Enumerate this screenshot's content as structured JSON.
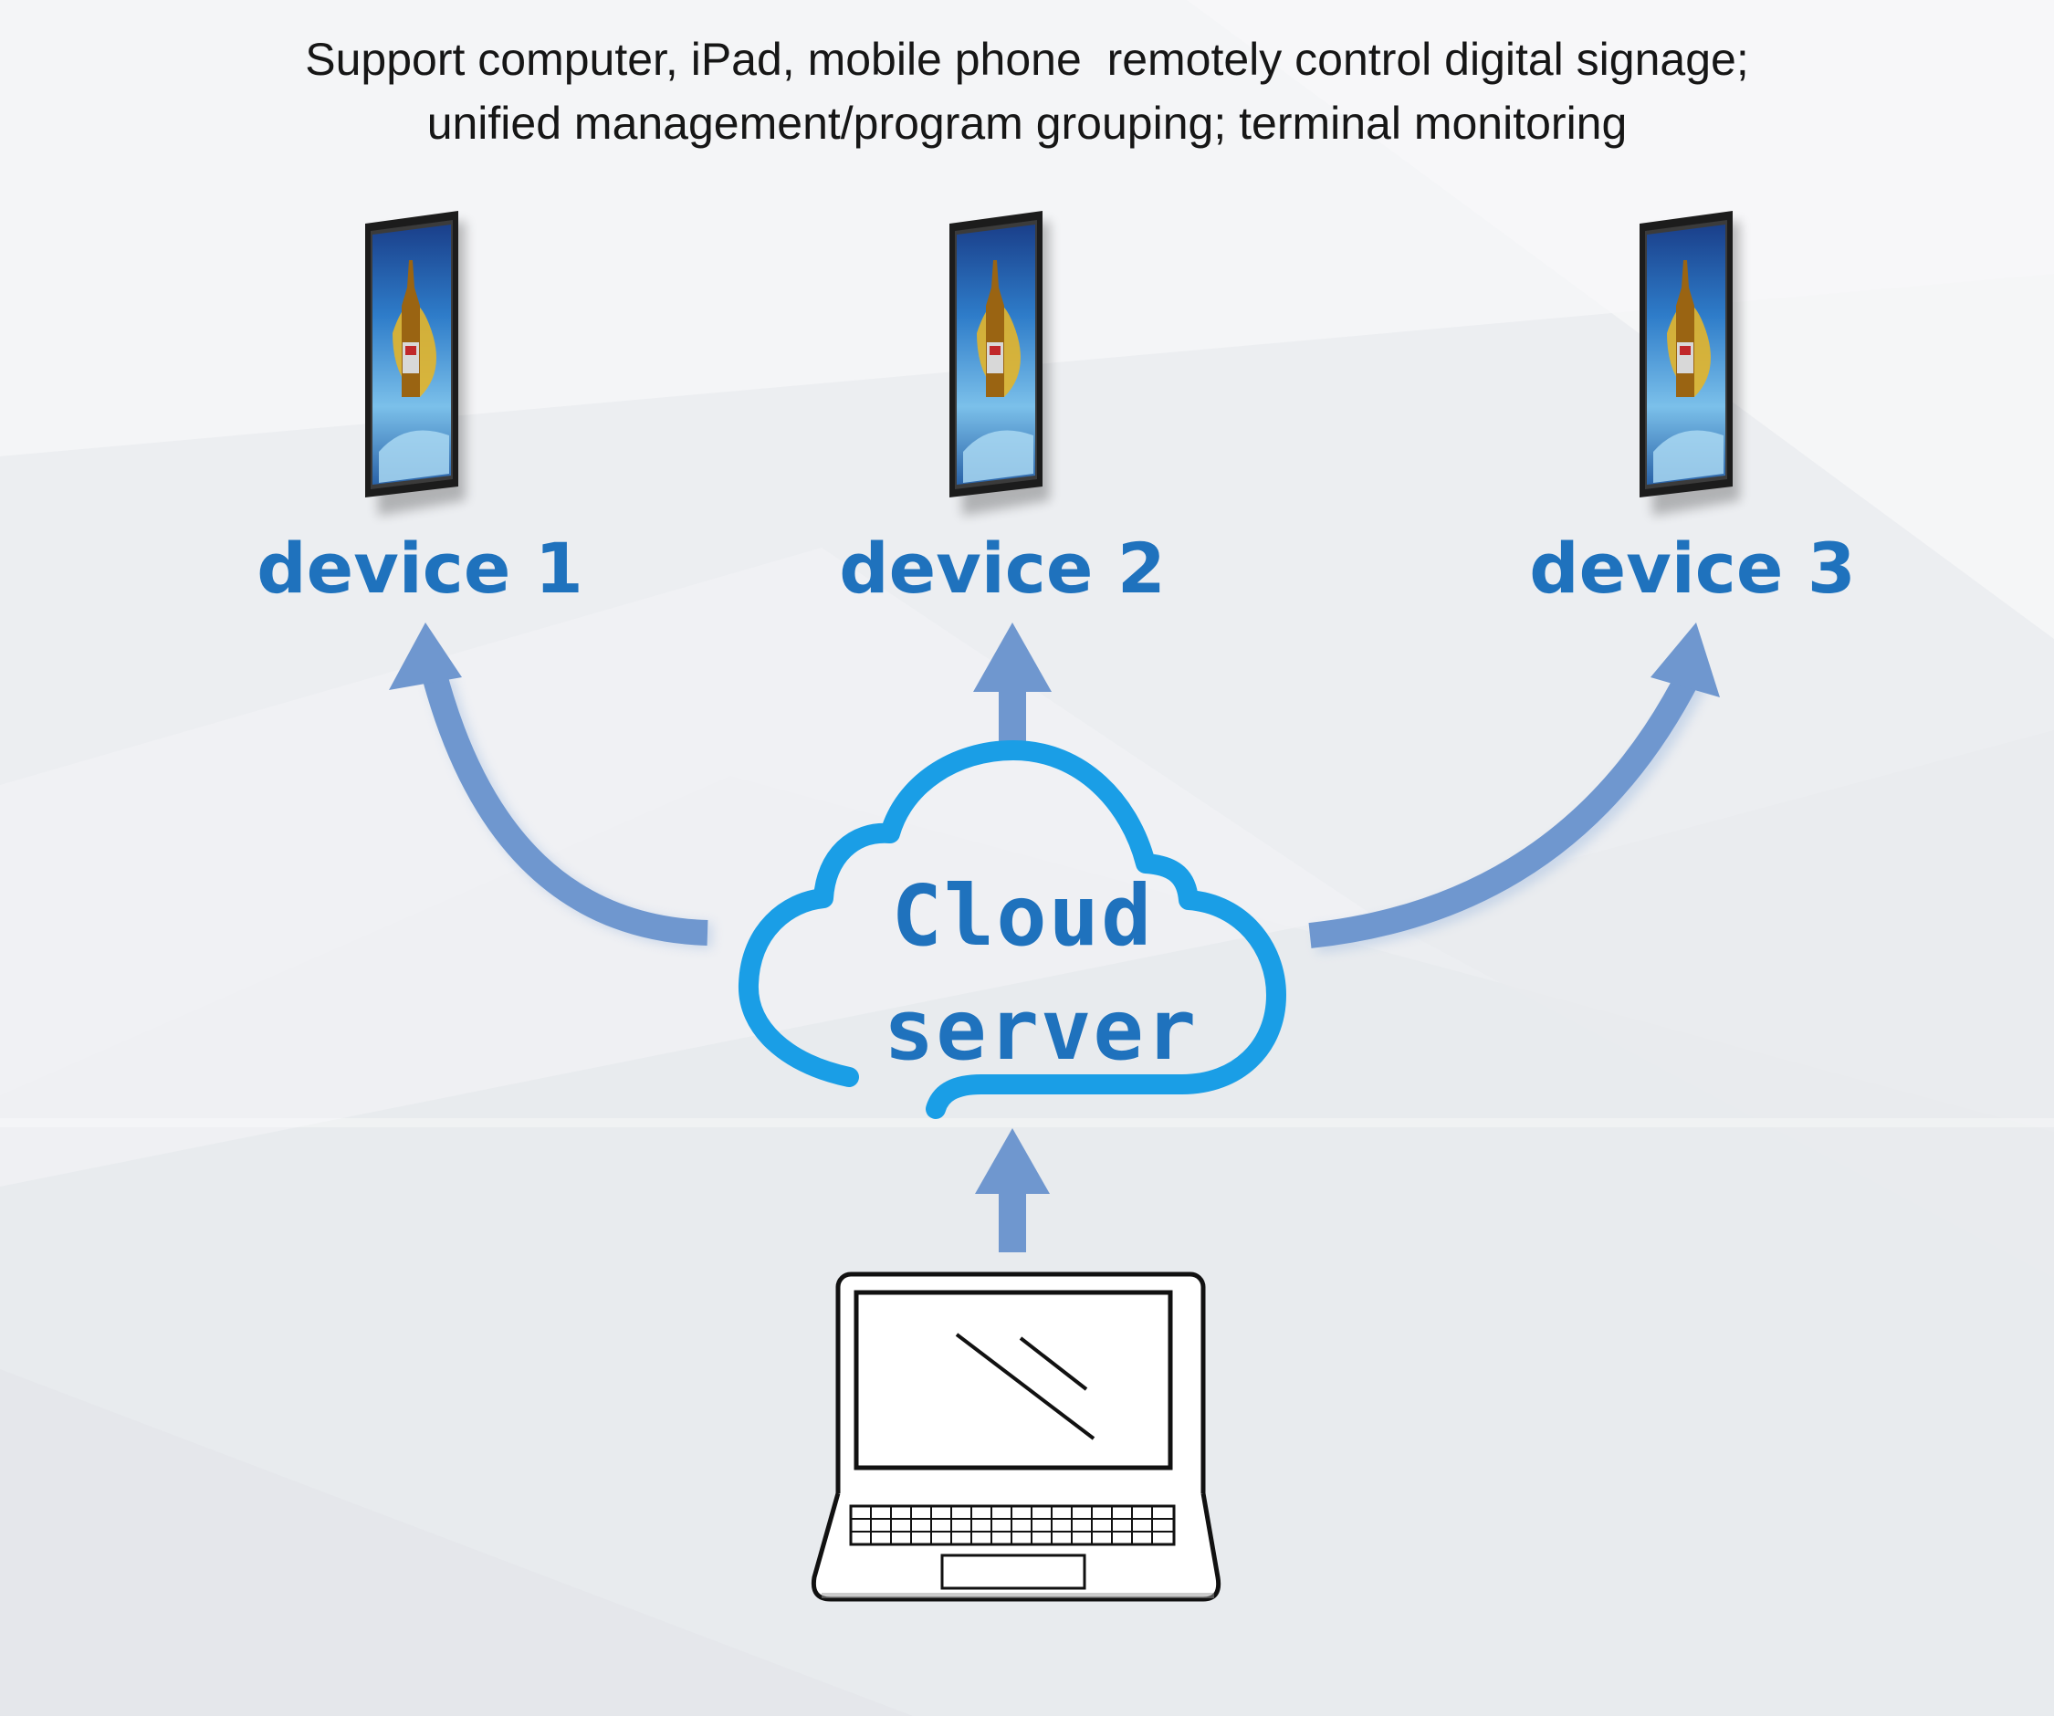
{
  "caption": {
    "line1": "Support computer, iPad, mobile phone  remotely control digital signage;",
    "line2": "unified management/program grouping; terminal monitoring"
  },
  "devices": [
    {
      "label": "device 1"
    },
    {
      "label": "device 2"
    },
    {
      "label": "device 3"
    }
  ],
  "cloud": {
    "title": "Cloud",
    "subtitle": "server"
  },
  "icons": {
    "screen": "digital-signage-screen-icon",
    "cloud": "cloud-icon",
    "laptop": "laptop-icon",
    "arrow": "arrow-icon"
  },
  "colors": {
    "label_blue": "#1f72bd",
    "cloud_blue": "#1a9ee6",
    "arrow_blue": "#6f97cf",
    "background": "#f1f2f4"
  }
}
